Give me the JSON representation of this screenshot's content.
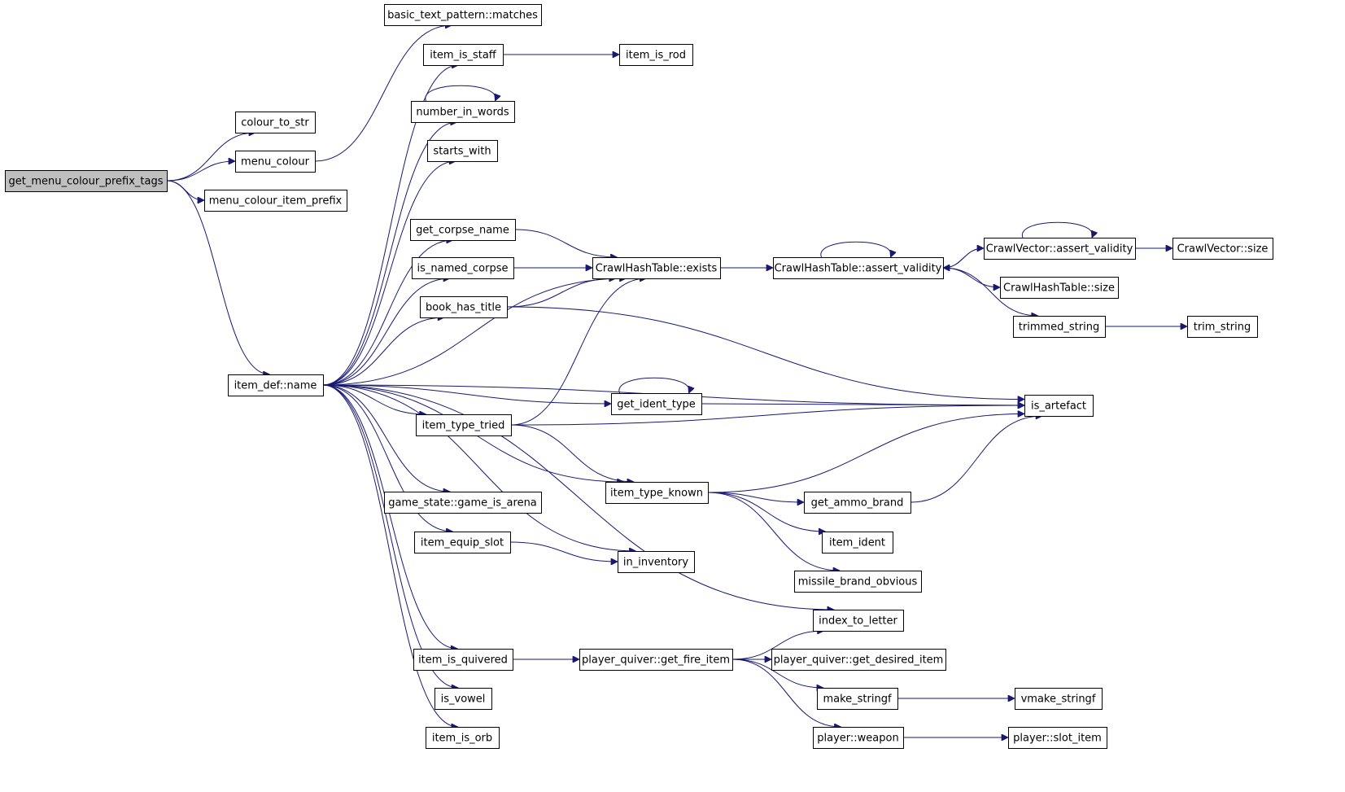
{
  "graph": {
    "edge_color": "#191970",
    "root_fill": "#bfbfbf",
    "nodes": [
      {
        "id": "get_menu_colour_prefix_tags",
        "label": "get_menu_colour_prefix_tags"
      },
      {
        "id": "colour_to_str",
        "label": "colour_to_str"
      },
      {
        "id": "menu_colour",
        "label": "menu_colour"
      },
      {
        "id": "menu_colour_item_prefix",
        "label": "menu_colour_item_prefix"
      },
      {
        "id": "item_def_name",
        "label": "item_def::name"
      },
      {
        "id": "basic_text_pattern_matches",
        "label": "basic_text_pattern::matches"
      },
      {
        "id": "item_is_staff",
        "label": "item_is_staff"
      },
      {
        "id": "item_is_rod",
        "label": "item_is_rod"
      },
      {
        "id": "number_in_words",
        "label": "number_in_words"
      },
      {
        "id": "starts_with",
        "label": "starts_with"
      },
      {
        "id": "get_corpse_name",
        "label": "get_corpse_name"
      },
      {
        "id": "is_named_corpse",
        "label": "is_named_corpse"
      },
      {
        "id": "book_has_title",
        "label": "book_has_title"
      },
      {
        "id": "crawlhashtable_exists",
        "label": "CrawlHashTable::exists"
      },
      {
        "id": "crawlhashtable_assert_validity",
        "label": "CrawlHashTable::assert_validity"
      },
      {
        "id": "crawlvector_assert_validity",
        "label": "CrawlVector::assert_validity"
      },
      {
        "id": "crawlvector_size",
        "label": "CrawlVector::size"
      },
      {
        "id": "crawlhashtable_size",
        "label": "CrawlHashTable::size"
      },
      {
        "id": "trimmed_string",
        "label": "trimmed_string"
      },
      {
        "id": "trim_string",
        "label": "trim_string"
      },
      {
        "id": "is_artefact",
        "label": "is_artefact"
      },
      {
        "id": "get_ident_type",
        "label": "get_ident_type"
      },
      {
        "id": "item_type_tried",
        "label": "item_type_tried"
      },
      {
        "id": "item_type_known",
        "label": "item_type_known"
      },
      {
        "id": "get_ammo_brand",
        "label": "get_ammo_brand"
      },
      {
        "id": "item_ident",
        "label": "item_ident"
      },
      {
        "id": "missile_brand_obvious",
        "label": "missile_brand_obvious"
      },
      {
        "id": "game_state_game_is_arena",
        "label": "game_state::game_is_arena"
      },
      {
        "id": "item_equip_slot",
        "label": "item_equip_slot"
      },
      {
        "id": "in_inventory",
        "label": "in_inventory"
      },
      {
        "id": "index_to_letter",
        "label": "index_to_letter"
      },
      {
        "id": "item_is_quivered",
        "label": "item_is_quivered"
      },
      {
        "id": "player_quiver_get_fire_item",
        "label": "player_quiver::get_fire_item"
      },
      {
        "id": "player_quiver_get_desired_item",
        "label": "player_quiver::get_desired_item"
      },
      {
        "id": "make_stringf",
        "label": "make_stringf"
      },
      {
        "id": "vmake_stringf",
        "label": "vmake_stringf"
      },
      {
        "id": "is_vowel",
        "label": "is_vowel"
      },
      {
        "id": "item_is_orb",
        "label": "item_is_orb"
      },
      {
        "id": "player_weapon",
        "label": "player::weapon"
      },
      {
        "id": "player_slot_item",
        "label": "player::slot_item"
      }
    ],
    "edges": [
      [
        "get_menu_colour_prefix_tags",
        "colour_to_str"
      ],
      [
        "get_menu_colour_prefix_tags",
        "menu_colour"
      ],
      [
        "get_menu_colour_prefix_tags",
        "menu_colour_item_prefix"
      ],
      [
        "get_menu_colour_prefix_tags",
        "item_def_name"
      ],
      [
        "menu_colour",
        "basic_text_pattern_matches"
      ],
      [
        "item_def_name",
        "item_is_staff"
      ],
      [
        "item_is_staff",
        "item_is_rod"
      ],
      [
        "item_def_name",
        "number_in_words"
      ],
      [
        "number_in_words",
        "number_in_words"
      ],
      [
        "item_def_name",
        "starts_with"
      ],
      [
        "item_def_name",
        "crawlhashtable_exists"
      ],
      [
        "item_def_name",
        "get_corpse_name"
      ],
      [
        "get_corpse_name",
        "crawlhashtable_exists"
      ],
      [
        "item_def_name",
        "is_named_corpse"
      ],
      [
        "is_named_corpse",
        "crawlhashtable_exists"
      ],
      [
        "item_def_name",
        "book_has_title"
      ],
      [
        "book_has_title",
        "crawlhashtable_exists"
      ],
      [
        "book_has_title",
        "is_artefact"
      ],
      [
        "crawlhashtable_exists",
        "crawlhashtable_assert_validity"
      ],
      [
        "crawlhashtable_assert_validity",
        "crawlhashtable_assert_validity"
      ],
      [
        "crawlhashtable_assert_validity",
        "crawlvector_assert_validity"
      ],
      [
        "crawlvector_assert_validity",
        "crawlhashtable_assert_validity"
      ],
      [
        "crawlvector_assert_validity",
        "crawlvector_assert_validity"
      ],
      [
        "crawlvector_assert_validity",
        "crawlvector_size"
      ],
      [
        "crawlhashtable_assert_validity",
        "crawlhashtable_size"
      ],
      [
        "crawlhashtable_assert_validity",
        "trimmed_string"
      ],
      [
        "trimmed_string",
        "trim_string"
      ],
      [
        "item_def_name",
        "is_artefact"
      ],
      [
        "item_def_name",
        "get_ident_type"
      ],
      [
        "get_ident_type",
        "get_ident_type"
      ],
      [
        "get_ident_type",
        "is_artefact"
      ],
      [
        "item_def_name",
        "item_type_tried"
      ],
      [
        "item_type_tried",
        "crawlhashtable_exists"
      ],
      [
        "item_type_tried",
        "is_artefact"
      ],
      [
        "item_type_tried",
        "item_type_known"
      ],
      [
        "item_def_name",
        "item_type_known"
      ],
      [
        "item_type_known",
        "is_artefact"
      ],
      [
        "item_type_known",
        "get_ammo_brand"
      ],
      [
        "get_ammo_brand",
        "is_artefact"
      ],
      [
        "item_type_known",
        "item_ident"
      ],
      [
        "item_type_known",
        "missile_brand_obvious"
      ],
      [
        "item_def_name",
        "game_state_game_is_arena"
      ],
      [
        "item_def_name",
        "item_equip_slot"
      ],
      [
        "item_equip_slot",
        "in_inventory"
      ],
      [
        "item_def_name",
        "in_inventory"
      ],
      [
        "item_def_name",
        "index_to_letter"
      ],
      [
        "item_def_name",
        "item_is_quivered"
      ],
      [
        "item_is_quivered",
        "player_quiver_get_fire_item"
      ],
      [
        "player_quiver_get_fire_item",
        "index_to_letter"
      ],
      [
        "player_quiver_get_fire_item",
        "player_quiver_get_desired_item"
      ],
      [
        "player_quiver_get_fire_item",
        "make_stringf"
      ],
      [
        "make_stringf",
        "vmake_stringf"
      ],
      [
        "player_quiver_get_fire_item",
        "player_weapon"
      ],
      [
        "player_weapon",
        "player_slot_item"
      ],
      [
        "item_def_name",
        "is_vowel"
      ],
      [
        "item_def_name",
        "item_is_orb"
      ]
    ]
  }
}
